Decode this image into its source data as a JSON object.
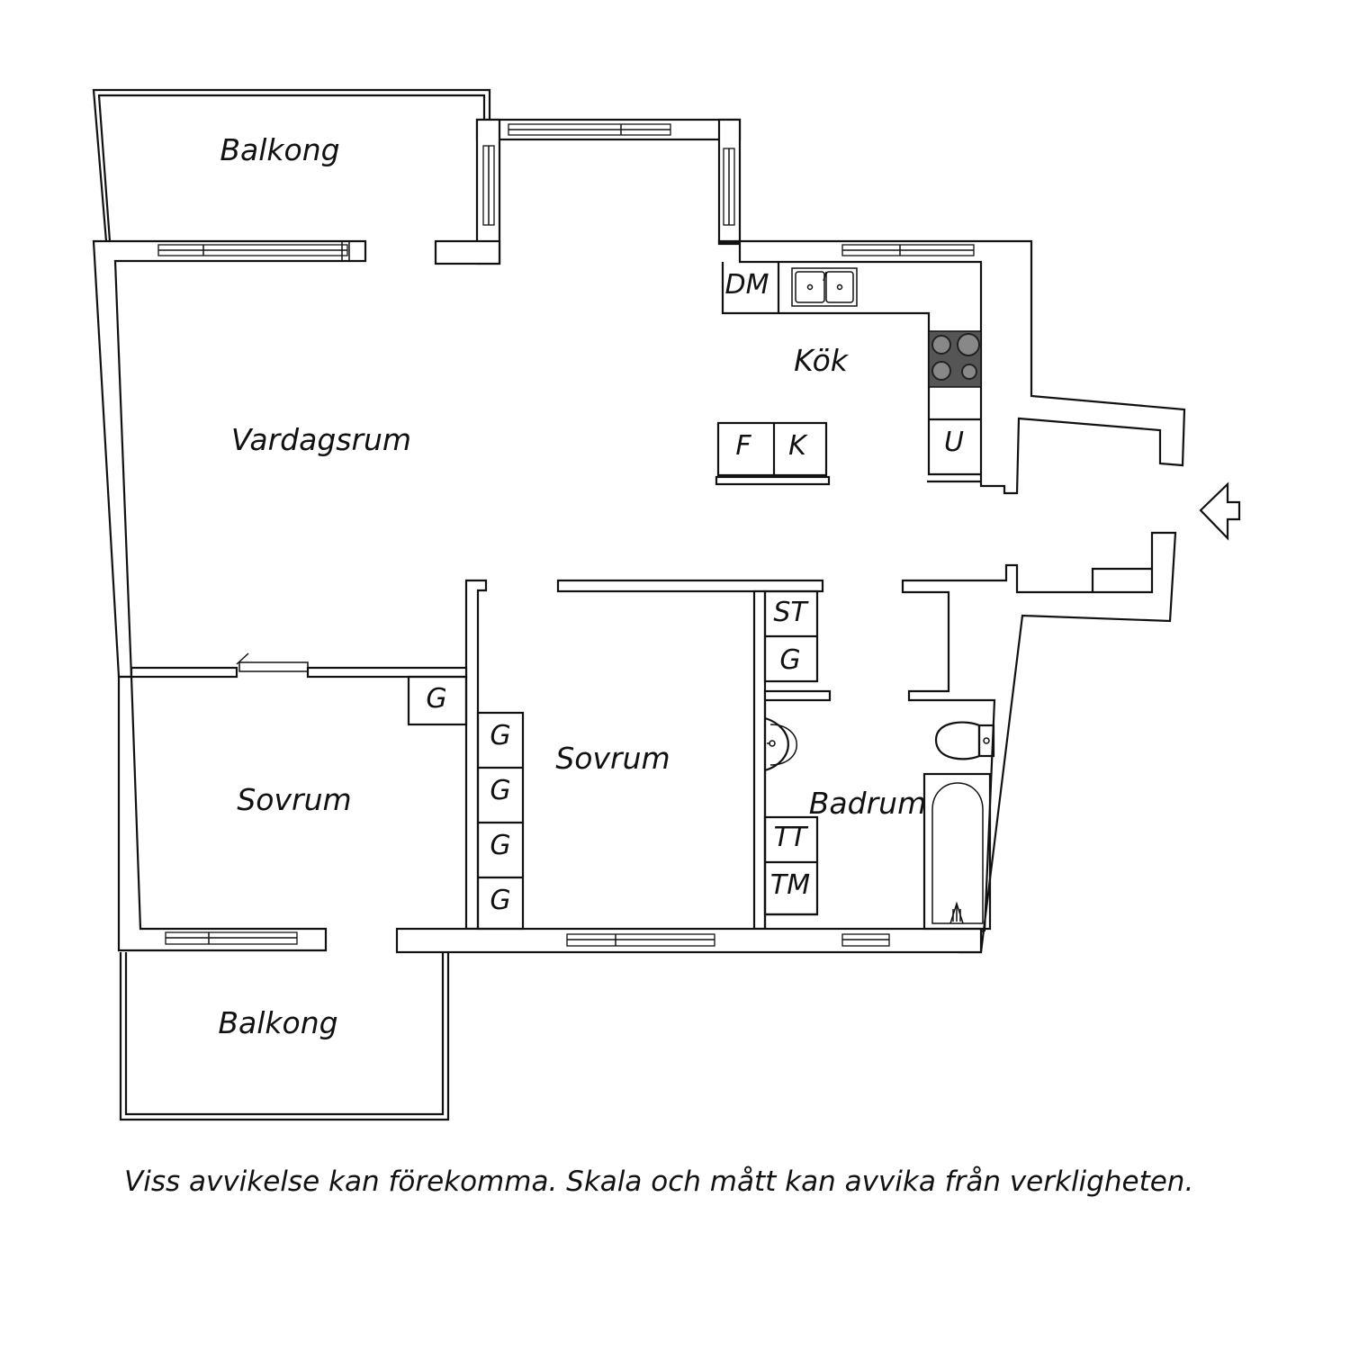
{
  "rooms": {
    "balcony_top": "Balkong",
    "living_room": "Vardagsrum",
    "kitchen": "Kök",
    "bedroom_left": "Sovrum",
    "bedroom_middle": "Sovrum",
    "bathroom": "Badrum",
    "balcony_bottom": "Balkong"
  },
  "fixtures": {
    "dishwasher": "DM",
    "freezer": "F",
    "fridge": "K",
    "oven": "U",
    "storage": "ST",
    "wardrobe_hall": "G",
    "wardrobe_left": "G",
    "wardrobe_1": "G",
    "wardrobe_2": "G",
    "wardrobe_3": "G",
    "wardrobe_4": "G",
    "dryer": "TT",
    "washer": "TM"
  },
  "disclaimer": "Viss avvikelse kan förekomma. Skala och mått kan avvika från verkligheten.",
  "colors": {
    "line": "#111111",
    "stove": "#555555",
    "background": "#ffffff"
  }
}
